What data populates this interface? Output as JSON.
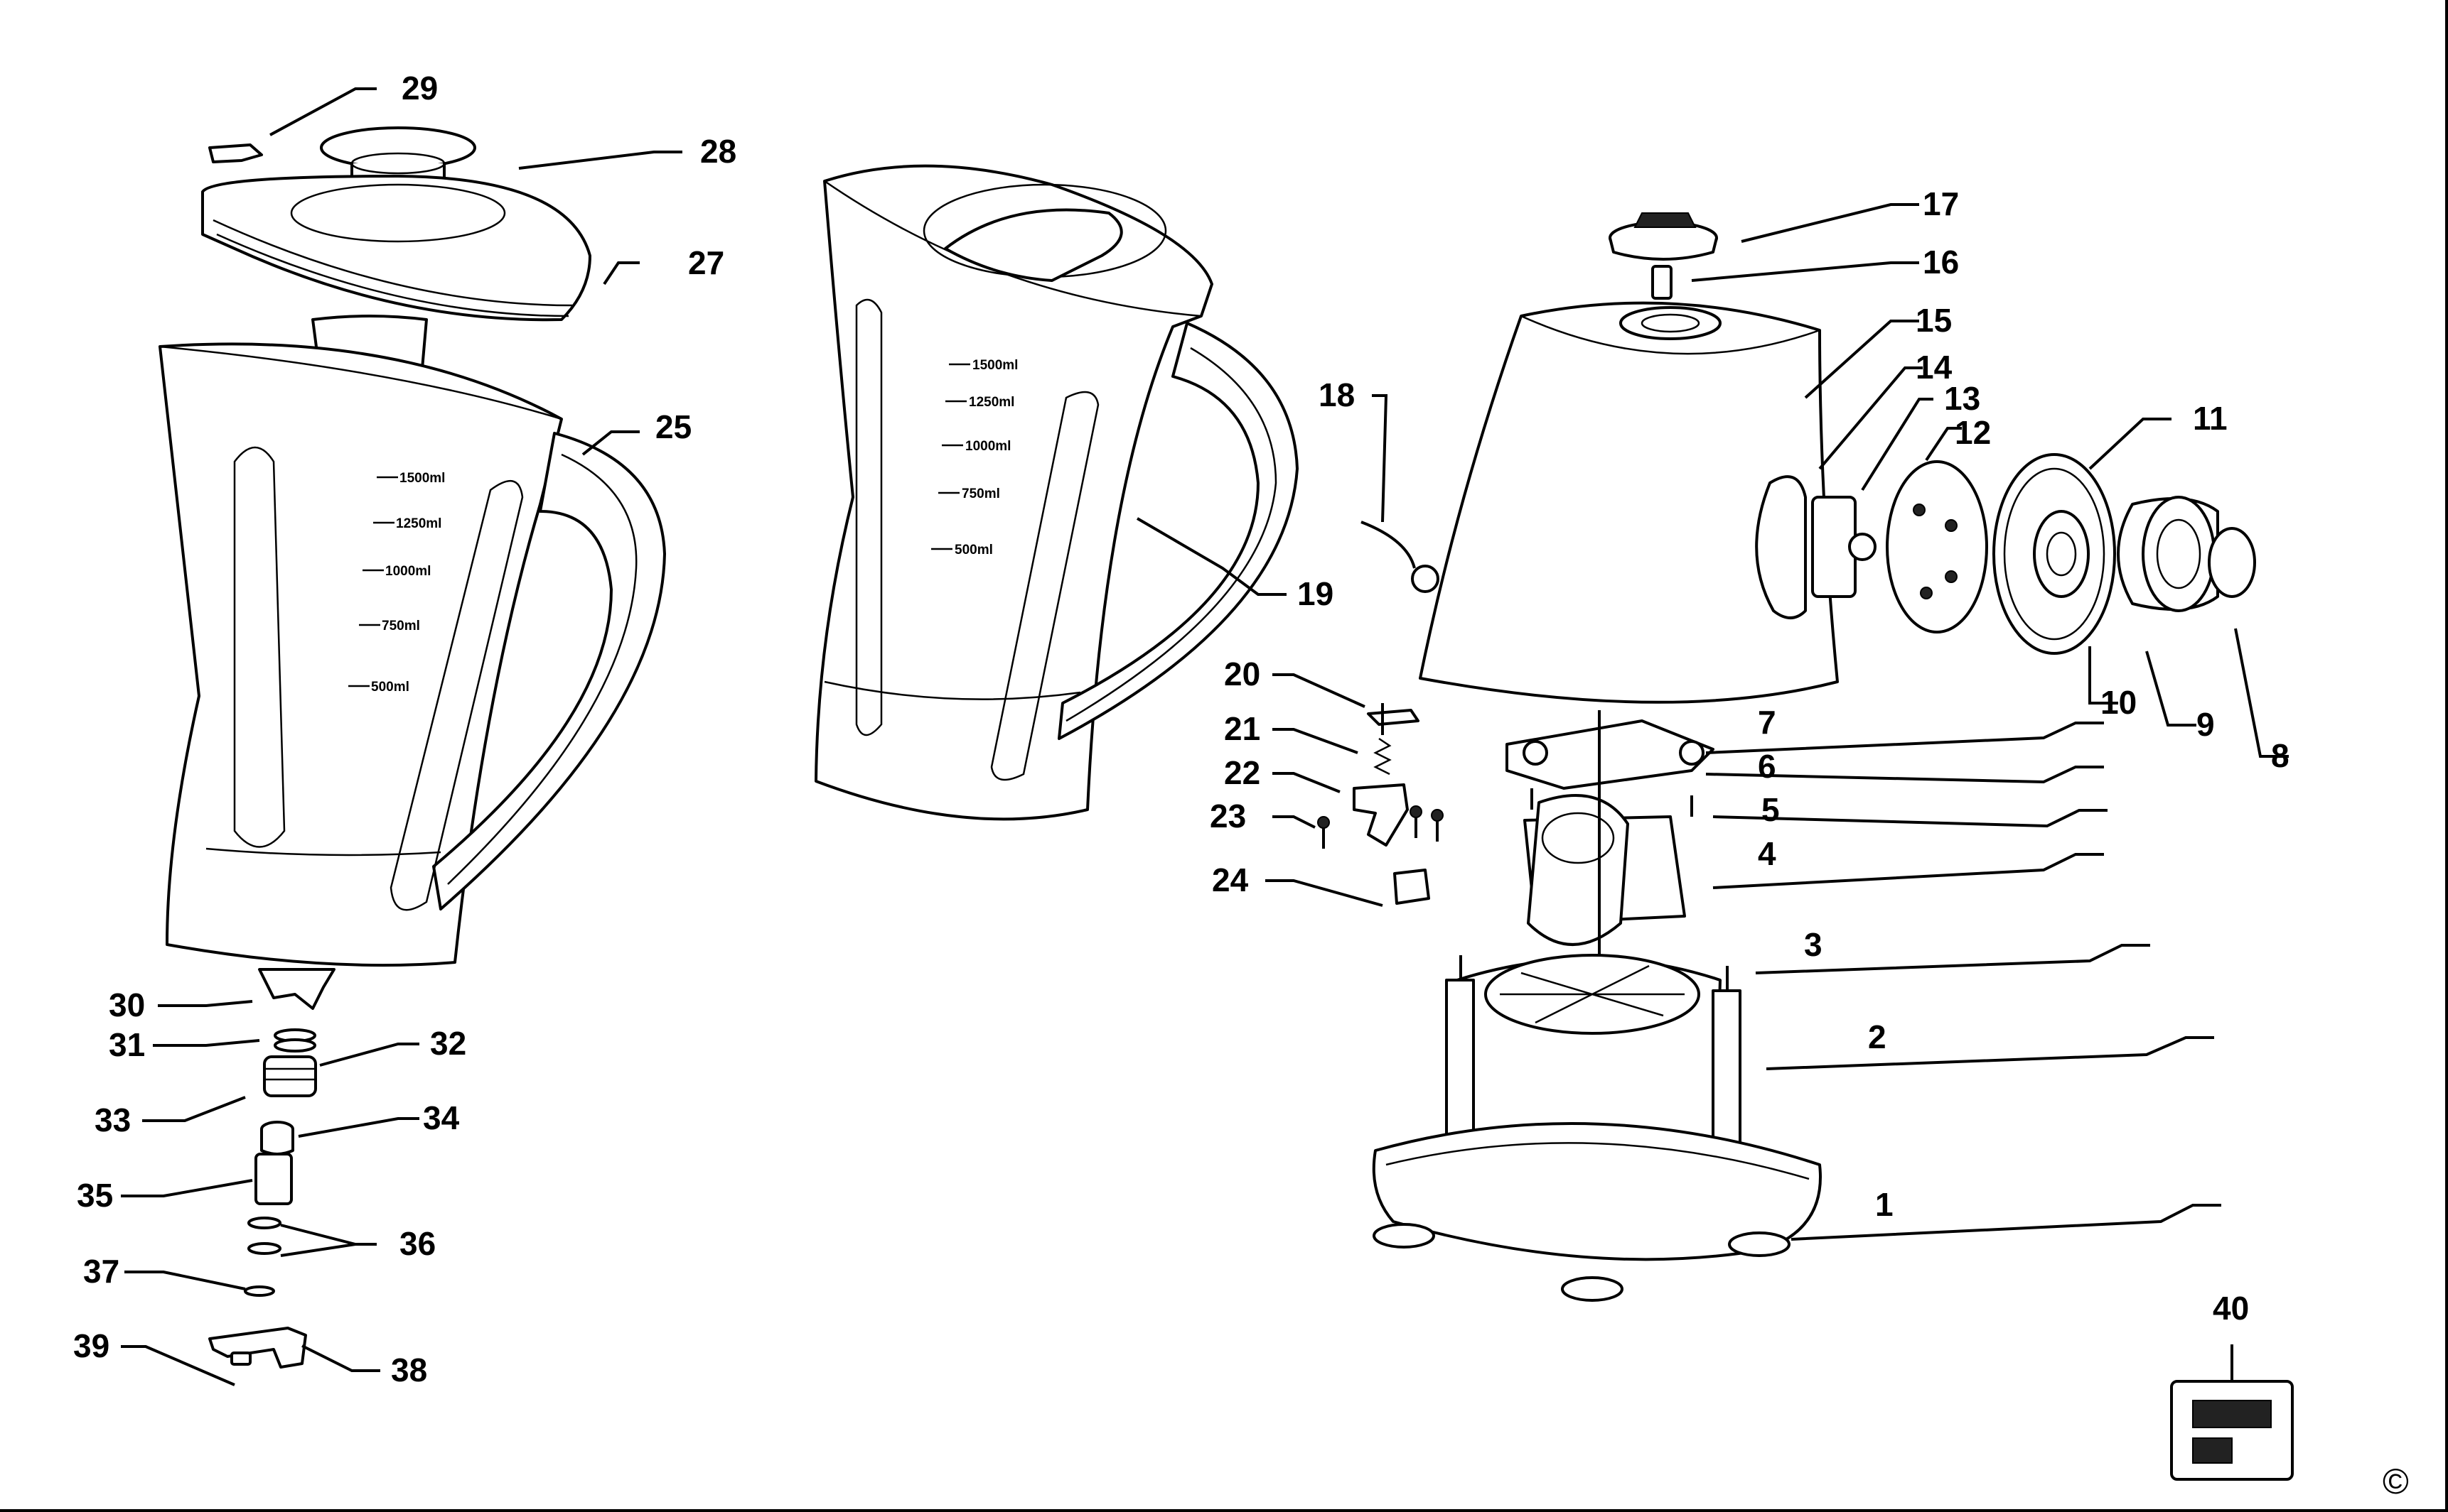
{
  "diagram": {
    "part_labels": [
      "1",
      "2",
      "3",
      "4",
      "5",
      "6",
      "7",
      "8",
      "9",
      "10",
      "11",
      "12",
      "13",
      "14",
      "15",
      "16",
      "17",
      "18",
      "19",
      "20",
      "21",
      "22",
      "23",
      "24",
      "25",
      "27",
      "28",
      "29",
      "30",
      "31",
      "32",
      "33",
      "34",
      "35",
      "36",
      "37",
      "38",
      "39",
      "40"
    ],
    "jar_front_marks": [
      "1500ml",
      "1250ml",
      "1000ml",
      "750ml",
      "500ml"
    ],
    "jar_back_marks": [
      "1500ml",
      "1250ml",
      "1000ml",
      "750ml",
      "500ml"
    ],
    "copyright_symbol": "©"
  }
}
